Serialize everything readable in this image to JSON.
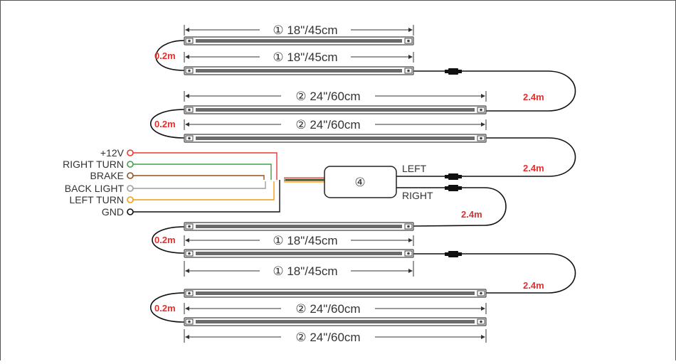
{
  "colors": {
    "strip_body": "#6a6a6a",
    "wire": "#111111",
    "length_label": "#e03030",
    "wire_12v": "#e53935",
    "wire_right_turn": "#43a047",
    "wire_brake": "#8d5524",
    "wire_back_light": "#9e9e9e",
    "wire_left_turn": "#f39c12",
    "wire_gnd": "#111111"
  },
  "dimensions": {
    "d1": "① 18\"/45cm",
    "d2": "② 24\"/60cm",
    "d3": "② 24\"/60cm",
    "d4": "① 18\"/45cm",
    "d5": "① 18\"/45cm",
    "d6": "② 24\"/60cm",
    "d7": "② 24\"/60cm",
    "d8": "① 18\"/45cm"
  },
  "cable_lengths": {
    "loop_a": "0.2m",
    "loop_b": "0.2m",
    "loop_c": "0.2m",
    "loop_d": "0.2m",
    "run_a": "2.4m",
    "run_b": "2.4m",
    "run_c": "2.4m",
    "run_d": "2.4m"
  },
  "wires": {
    "v12": "+12V",
    "right_turn": "RIGHT TURN",
    "brake": "BRAKE",
    "back_light": "BACK LIGHT",
    "left_turn": "LEFT TURN",
    "gnd": "GND"
  },
  "control_box": {
    "label": "④",
    "left_output": "LEFT",
    "right_output": "RIGHT"
  }
}
